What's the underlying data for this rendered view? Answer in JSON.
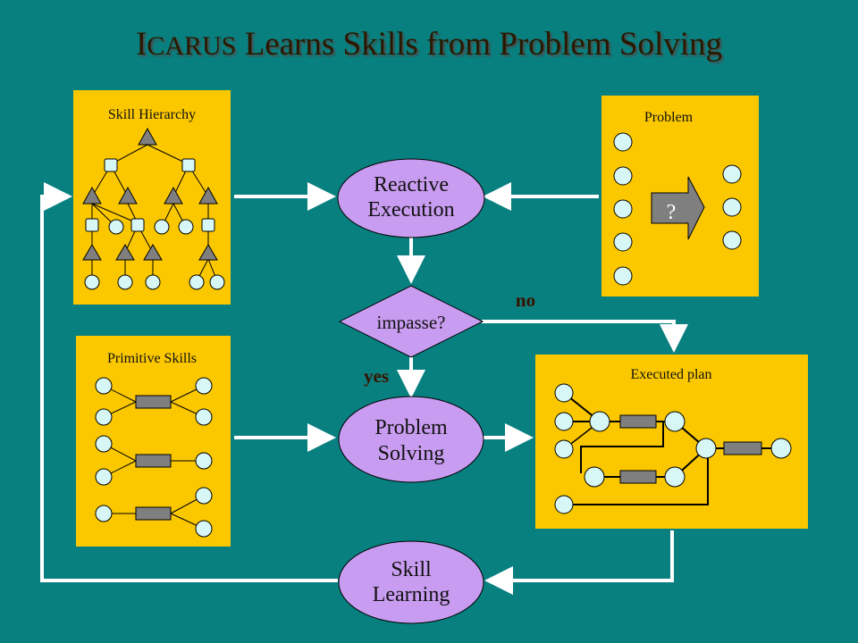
{
  "title": {
    "lead": "I",
    "smallcaps": "CARUS",
    "rest": " Learns Skills from Problem Solving"
  },
  "panels": {
    "skill_hierarchy": "Skill Hierarchy",
    "primitive_skills": "Primitive Skills",
    "problem": "Problem",
    "problem_mark": "?",
    "executed_plan": "Executed plan"
  },
  "nodes": {
    "reactive_execution": [
      "Reactive",
      "Execution"
    ],
    "impasse": "impasse?",
    "problem_solving": [
      "Problem",
      "Solving"
    ],
    "skill_learning": [
      "Skill",
      "Learning"
    ]
  },
  "edge_labels": {
    "no": "no",
    "yes": "yes"
  },
  "colors": {
    "background": "#098080",
    "panel": "#fbc800",
    "node_fill": "#c89cf0",
    "arrow": "#ffffff",
    "circle_fill": "#d7f6f6",
    "gray_shape": "#7f7f7f"
  }
}
